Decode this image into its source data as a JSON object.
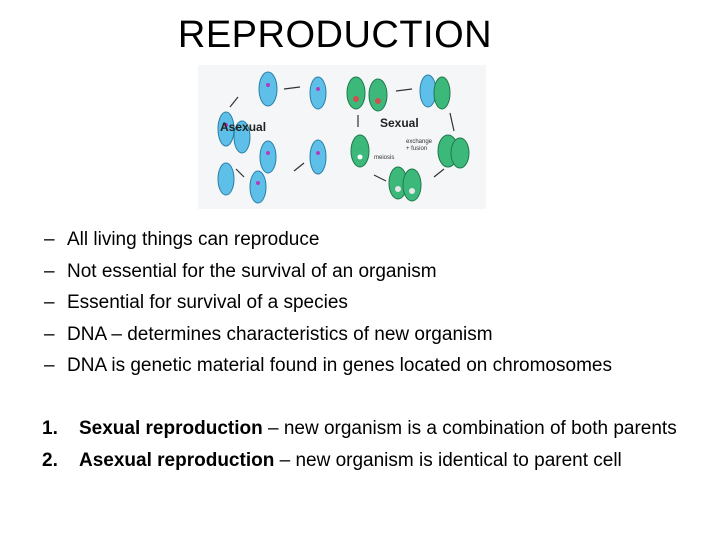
{
  "slide": {
    "title": "REPRODUCTION"
  },
  "figure": {
    "label_left": "Asexual",
    "label_right": "Sexual",
    "label_exchange": "exchange",
    "label_fusion": "+ fusion",
    "label_meiosis": "meiosis",
    "colors": {
      "blue_cell": "#5ec0e8",
      "green_cell": "#3cb87a",
      "arrow": "#333333"
    }
  },
  "bullets": [
    {
      "dash": "–",
      "text": "All living things can reproduce"
    },
    {
      "dash": "–",
      "text": "Not essential for the survival of an organism"
    },
    {
      "dash": "–",
      "text": "Essential for survival of a species"
    },
    {
      "dash": "–",
      "text": "DNA – determines characteristics of new organism"
    },
    {
      "dash": "–",
      "text": "DNA is genetic material found in genes located on chromosomes"
    }
  ],
  "numbered": [
    {
      "num": "1.",
      "term": "Sexual reproduction",
      "rest": " – new organism is a combination of both parents"
    },
    {
      "num": "2.",
      "term": "Asexual reproduction",
      "rest": " – new organism is identical to parent cell"
    }
  ]
}
